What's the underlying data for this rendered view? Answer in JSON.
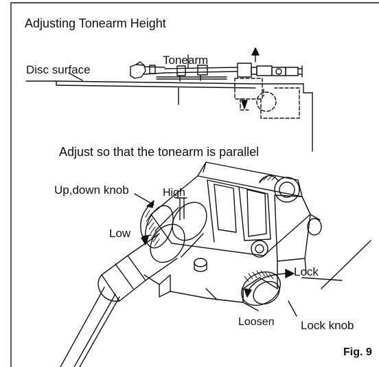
{
  "title": "Adjusting Tonearm Height",
  "top_view": {
    "disc_surface_label": "Disc surface",
    "tonearm_label": "Tonearm",
    "instruction": "Adjust so that the tonearm is parallel"
  },
  "detail_view": {
    "up_down_knob_label": "Up,down knob",
    "high_label": "High",
    "low_label": "Low",
    "lock_label": "Lock",
    "loosen_label": "Loosen",
    "lock_knob_label": "Lock knob"
  },
  "figure_label": "Fig. 9"
}
